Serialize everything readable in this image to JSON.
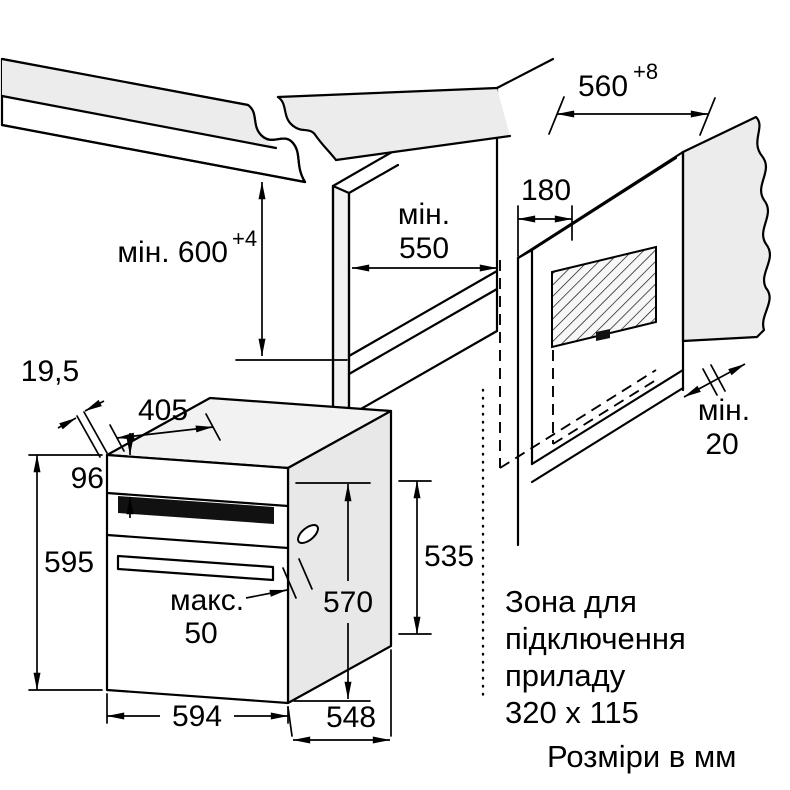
{
  "diagram": {
    "units_note": "Розміри в мм",
    "connection_zone": {
      "line1": "Зона для",
      "line2": "підключення",
      "line3": "приладу",
      "line4": "320 x 115"
    },
    "dimensions": {
      "cabinet_width": {
        "value": "560",
        "tolerance": "+8"
      },
      "recess_depth": {
        "value": "180"
      },
      "niche_depth": {
        "prefix": "мін.",
        "value": "550"
      },
      "niche_height": {
        "label": "мін. 600",
        "tolerance": "+4"
      },
      "front_overhang": {
        "value": "19,5"
      },
      "top_depth": {
        "value": "405"
      },
      "panel_height": {
        "value": "96"
      },
      "oven_height": {
        "value": "595"
      },
      "rear_height": {
        "value": "535"
      },
      "door_height": {
        "value": "570"
      },
      "handle_clearance": {
        "prefix": "макс.",
        "value": "50"
      },
      "oven_width": {
        "value": "594"
      },
      "oven_depth": {
        "value": "548"
      },
      "rear_gap": {
        "prefix": "мін.",
        "value": "20"
      }
    }
  }
}
